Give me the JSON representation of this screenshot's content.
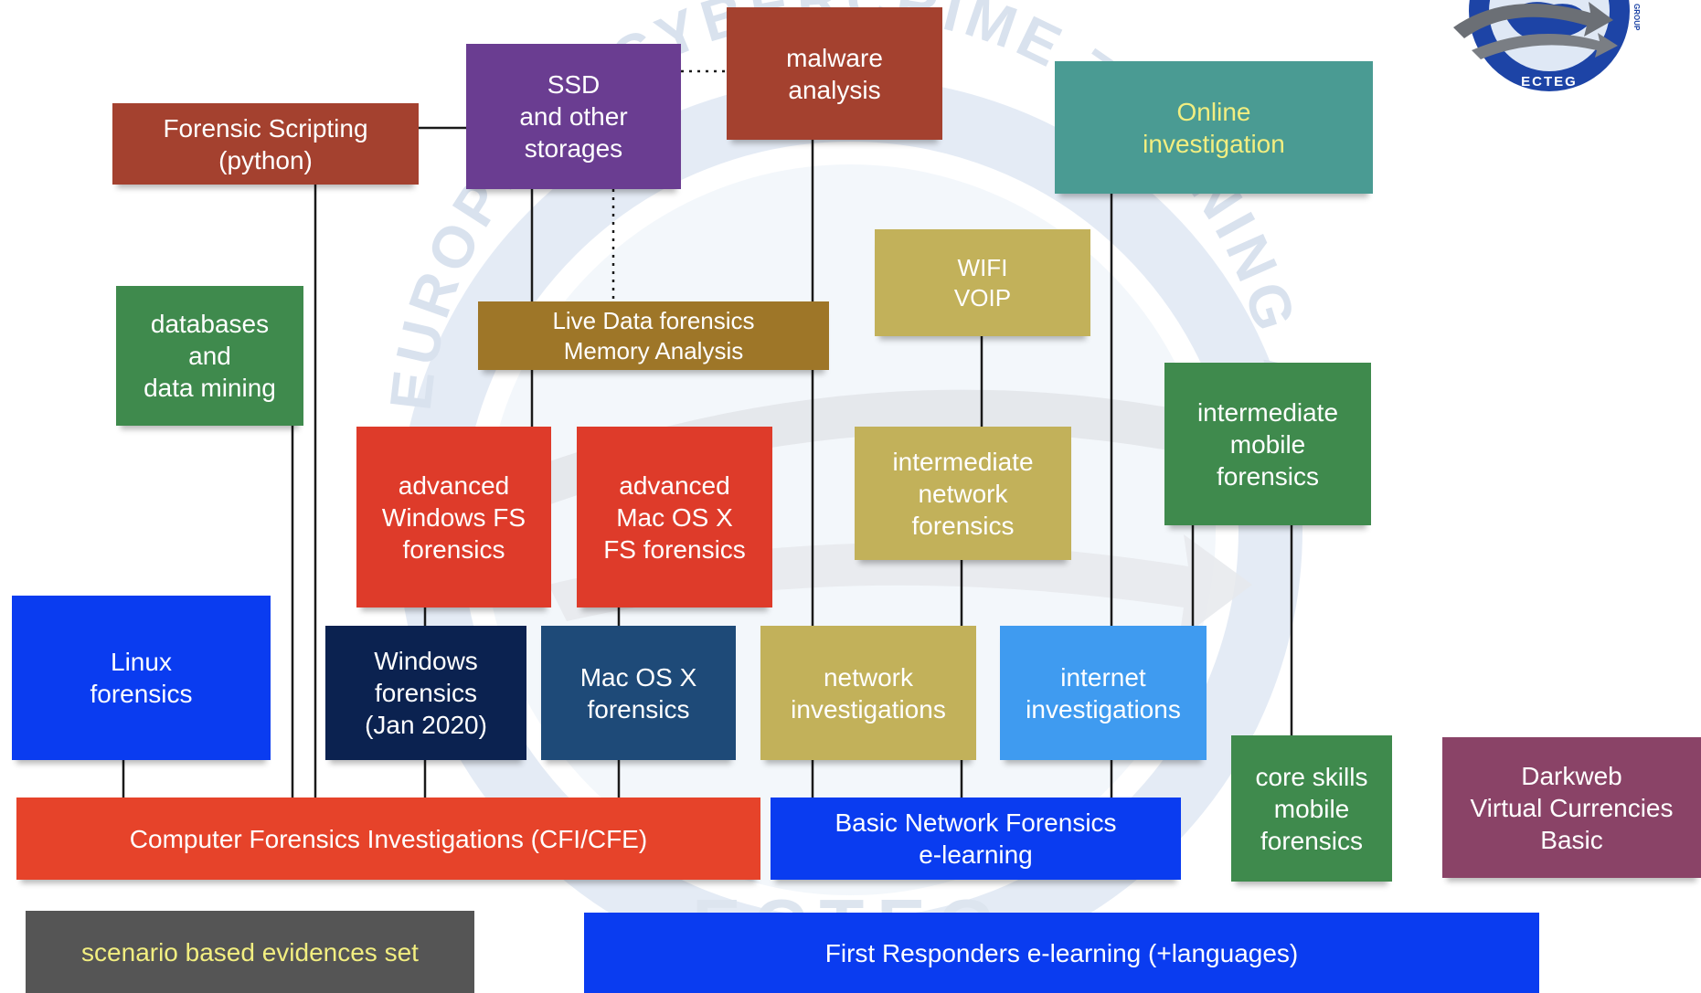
{
  "logo": {
    "text": "ECTEG",
    "side_text": "GROUP"
  },
  "watermark": {
    "top_text": "EUROPEAN CYBERCRIME TRAINING AND EDUCATION GROUP",
    "bottom_text": "ECTEG"
  },
  "colors": {
    "brown_red": "#a4412f",
    "purple": "#6a3d91",
    "teal": "#4a9b93",
    "green": "#3f8a4d",
    "olive_brown": "#9e7628",
    "khaki": "#c2b15a",
    "red": "#de3b2a",
    "blue": "#0a3cf0",
    "navy": "#0b2250",
    "steel_blue": "#1e4a78",
    "sky_blue": "#3f9bf0",
    "orange_red": "#e6432a",
    "dark_gray": "#555555",
    "plum": "#8a4367",
    "yellow_text": "#f2ee80",
    "connector": "#1a1a1a"
  },
  "boxes": {
    "forensic_scripting": {
      "label": "Forensic Scripting\n(python)"
    },
    "ssd": {
      "label": "SSD\nand other\nstorages"
    },
    "malware": {
      "label": "malware\nanalysis"
    },
    "online": {
      "label": "Online\ninvestigation"
    },
    "databases": {
      "label": "databases\nand\ndata mining"
    },
    "wifi": {
      "label": "WIFI\nVOIP"
    },
    "live_data": {
      "label": "Live Data forensics\nMemory Analysis"
    },
    "int_mobile": {
      "label": "intermediate\nmobile\nforensics"
    },
    "adv_windows": {
      "label": "advanced\nWindows FS\nforensics"
    },
    "adv_mac": {
      "label": "advanced\nMac OS X\nFS forensics"
    },
    "int_network": {
      "label": "intermediate\nnetwork\nforensics"
    },
    "linux": {
      "label": "Linux\nforensics"
    },
    "windows": {
      "label": "Windows\nforensics\n(Jan 2020)"
    },
    "mac": {
      "label": "Mac OS X\nforensics"
    },
    "network_inv": {
      "label": "network\ninvestigations"
    },
    "internet_inv": {
      "label": "internet\ninvestigations"
    },
    "core_mobile": {
      "label": "core skills\nmobile\nforensics"
    },
    "darkweb": {
      "label": "Darkweb\nVirtual Currencies\nBasic"
    },
    "cfi": {
      "label": "Computer Forensics Investigations (CFI/CFE)"
    },
    "basic_network": {
      "label": "Basic Network Forensics\ne-learning"
    },
    "scenario": {
      "label": "scenario based evidences set"
    },
    "first_responders": {
      "label": "First Responders e-learning (+languages)"
    }
  }
}
